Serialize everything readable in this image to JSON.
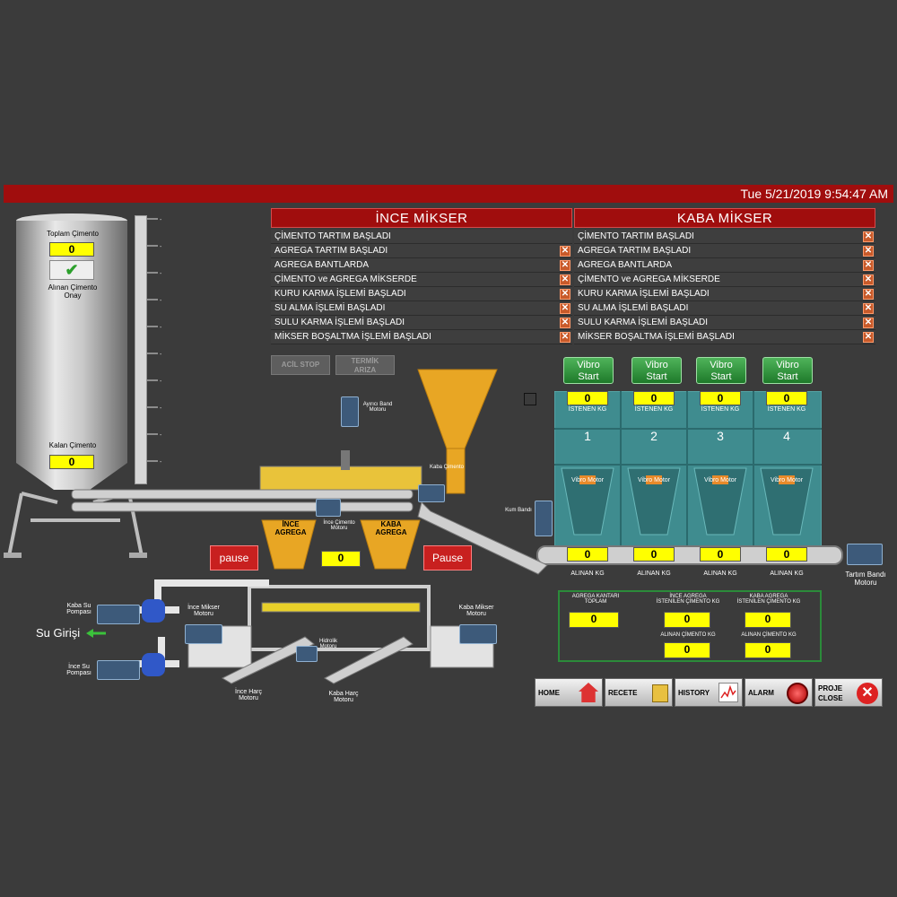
{
  "header": {
    "datetime": "Tue 5/21/2019 9:54:47 AM"
  },
  "silo": {
    "total_label": "Toplam Çimento",
    "total_value": "0",
    "onay_label": "Alınan Çimento\nOnay",
    "remaining_label": "Kalan Çimento",
    "remaining_value": "0"
  },
  "ince_mikser": {
    "title": "İNCE MİKSER",
    "steps": [
      "ÇİMENTO TARTIM BAŞLADI",
      "AGREGA TARTIM BAŞLADI",
      "AGREGA BANTLARDA",
      "ÇİMENTO ve AGREGA MİKSERDE",
      "KURU KARMA İŞLEMİ BAŞLADI",
      "SU ALMA İŞLEMİ BAŞLADI",
      "SULU KARMA İŞLEMİ BAŞLADI",
      "MİKSER BOŞALTMA İŞLEMİ BAŞLADI"
    ]
  },
  "kaba_mikser": {
    "title": "KABA MİKSER",
    "steps": [
      "ÇİMENTO TARTIM BAŞLADI",
      "AGREGA TARTIM BAŞLADI",
      "AGREGA BANTLARDA",
      "ÇİMENTO ve AGREGA MİKSERDE",
      "KURU KARMA İŞLEMİ BAŞLADI",
      "SU ALMA İŞLEMİ BAŞLADI",
      "SULU KARMA İŞLEMİ BAŞLADI",
      "MİKSER BOŞALTMA İŞLEMİ BAŞLADI"
    ]
  },
  "buttons": {
    "acil_stop": "ACİL STOP",
    "termik_ariza": "TERMİK\nARIZA",
    "pause_left": "pause",
    "pause_right": "Pause"
  },
  "vibro": [
    {
      "btn": "Vibro\nStart",
      "num": "1",
      "istenen": "0",
      "alinan": "0"
    },
    {
      "btn": "Vibro\nStart",
      "num": "2",
      "istenen": "0",
      "alinan": "0"
    },
    {
      "btn": "Vibro\nStart",
      "num": "3",
      "istenen": "0",
      "alinan": "0"
    },
    {
      "btn": "Vibro\nStart",
      "num": "4",
      "istenen": "0",
      "alinan": "0"
    }
  ],
  "bin_labels": {
    "istenen": "İSTENEN KG",
    "alinan": "ALINAN KG",
    "vibro_motor": "Vibro Motor"
  },
  "plant_labels": {
    "ayirici_band": "Ayırıcı Band\nMotoru",
    "kaba_cimento": "Kaba Çimento",
    "kum_bandi": "Kum Bandı",
    "ince_agrega": "İNCE\nAGREGA",
    "kaba_agrega": "KABA\nAGREGA",
    "ince_cimento_motoru": "İnce Çimento\nMotoru",
    "middle_value": "0",
    "kaba_su_pompasi": "Kaba Su\nPompası",
    "ince_su_pompasi": "İnce Su\nPompası",
    "su_girisi": "Su Girişi",
    "ince_mikser_motoru": "İnce Mikser\nMotoru",
    "kaba_mikser_motoru": "Kaba Mikser\nMotoru",
    "hidrolik_motoru": "Hidrolik\nMotoru",
    "ince_harc_motoru": "İnce Harç\nMotoru",
    "kaba_harc_motoru": "Kaba Harç\nMotoru",
    "tartim_bandi": "Tartım Bandı\nMotoru"
  },
  "summary": {
    "agrega_kantari": "AGREGA KANTARI\nTOPLAM",
    "agrega_kantari_value": "0",
    "ince_istenen": "İNCE AGREGA\nİSTENİLEN ÇİMENTO KG",
    "ince_istenen_value": "0",
    "kaba_istenen": "KABA AGREGA\nİSTENİLEN ÇİMENTO KG",
    "kaba_istenen_value": "0",
    "ince_alinan": "ALINAN ÇİMENTO KG",
    "ince_alinan_value": "0",
    "kaba_alinan": "ALINAN ÇİMENTO KG",
    "kaba_alinan_value": "0"
  },
  "nav": {
    "home": "HOME",
    "recete": "RECETE",
    "history": "HISTORY",
    "alarm": "ALARM",
    "proje_close": "PROJE\nCLOSE"
  },
  "colors": {
    "header_red": "#a00d0d",
    "value_yellow": "#ffff00",
    "bin_teal": "#3f8c8f",
    "vibro_green": "#2e9a3a"
  }
}
